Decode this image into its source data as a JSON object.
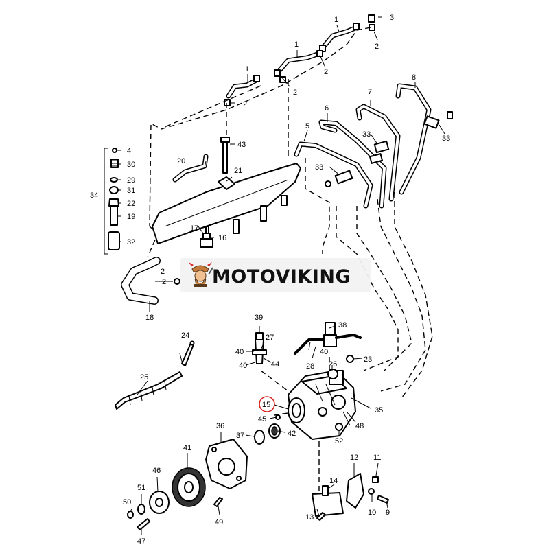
{
  "brand": {
    "name": "MOTOVIKING",
    "logo": "viking-mascot-icon",
    "text_color": "#111111"
  },
  "highlight": {
    "part": "15",
    "color": "#d9231f"
  },
  "callouts": [
    {
      "id": "c1a",
      "label": "1"
    },
    {
      "id": "c1b",
      "label": "1"
    },
    {
      "id": "c1c",
      "label": "1"
    },
    {
      "id": "c2a",
      "label": "2"
    },
    {
      "id": "c2b",
      "label": "2"
    },
    {
      "id": "c2c",
      "label": "2"
    },
    {
      "id": "c2d",
      "label": "2"
    },
    {
      "id": "c2e",
      "label": "2"
    },
    {
      "id": "c2f",
      "label": "2"
    },
    {
      "id": "c3",
      "label": "3"
    },
    {
      "id": "c4",
      "label": "4"
    },
    {
      "id": "c5",
      "label": "5"
    },
    {
      "id": "c6",
      "label": "6"
    },
    {
      "id": "c7",
      "label": "7"
    },
    {
      "id": "c8",
      "label": "8"
    },
    {
      "id": "c9",
      "label": "9"
    },
    {
      "id": "c10",
      "label": "10"
    },
    {
      "id": "c11",
      "label": "11"
    },
    {
      "id": "c12",
      "label": "12"
    },
    {
      "id": "c13",
      "label": "13"
    },
    {
      "id": "c14",
      "label": "14"
    },
    {
      "id": "c15",
      "label": "15"
    },
    {
      "id": "c16",
      "label": "16"
    },
    {
      "id": "c17",
      "label": "17"
    },
    {
      "id": "c18",
      "label": "18"
    },
    {
      "id": "c19",
      "label": "19"
    },
    {
      "id": "c20",
      "label": "20"
    },
    {
      "id": "c21",
      "label": "21"
    },
    {
      "id": "c22",
      "label": "22"
    },
    {
      "id": "c23",
      "label": "23"
    },
    {
      "id": "c24",
      "label": "24"
    },
    {
      "id": "c25",
      "label": "25"
    },
    {
      "id": "c26",
      "label": "26"
    },
    {
      "id": "c27",
      "label": "27"
    },
    {
      "id": "c28",
      "label": "28"
    },
    {
      "id": "c29",
      "label": "29"
    },
    {
      "id": "c30",
      "label": "30"
    },
    {
      "id": "c31",
      "label": "31"
    },
    {
      "id": "c32",
      "label": "32"
    },
    {
      "id": "c33a",
      "label": "33"
    },
    {
      "id": "c33b",
      "label": "33"
    },
    {
      "id": "c33c",
      "label": "33"
    },
    {
      "id": "c34",
      "label": "34"
    },
    {
      "id": "c35",
      "label": "35"
    },
    {
      "id": "c36",
      "label": "36"
    },
    {
      "id": "c37",
      "label": "37"
    },
    {
      "id": "c38",
      "label": "38"
    },
    {
      "id": "c39",
      "label": "39"
    },
    {
      "id": "c40a",
      "label": "40"
    },
    {
      "id": "c40b",
      "label": "40"
    },
    {
      "id": "c40c",
      "label": "40"
    },
    {
      "id": "c41",
      "label": "41"
    },
    {
      "id": "c42",
      "label": "42"
    },
    {
      "id": "c43",
      "label": "43"
    },
    {
      "id": "c44",
      "label": "44"
    },
    {
      "id": "c45",
      "label": "45"
    },
    {
      "id": "c46",
      "label": "46"
    },
    {
      "id": "c47",
      "label": "47"
    },
    {
      "id": "c48",
      "label": "48"
    },
    {
      "id": "c49",
      "label": "49"
    },
    {
      "id": "c50",
      "label": "50"
    },
    {
      "id": "c51",
      "label": "51"
    },
    {
      "id": "c52",
      "label": "52"
    }
  ]
}
